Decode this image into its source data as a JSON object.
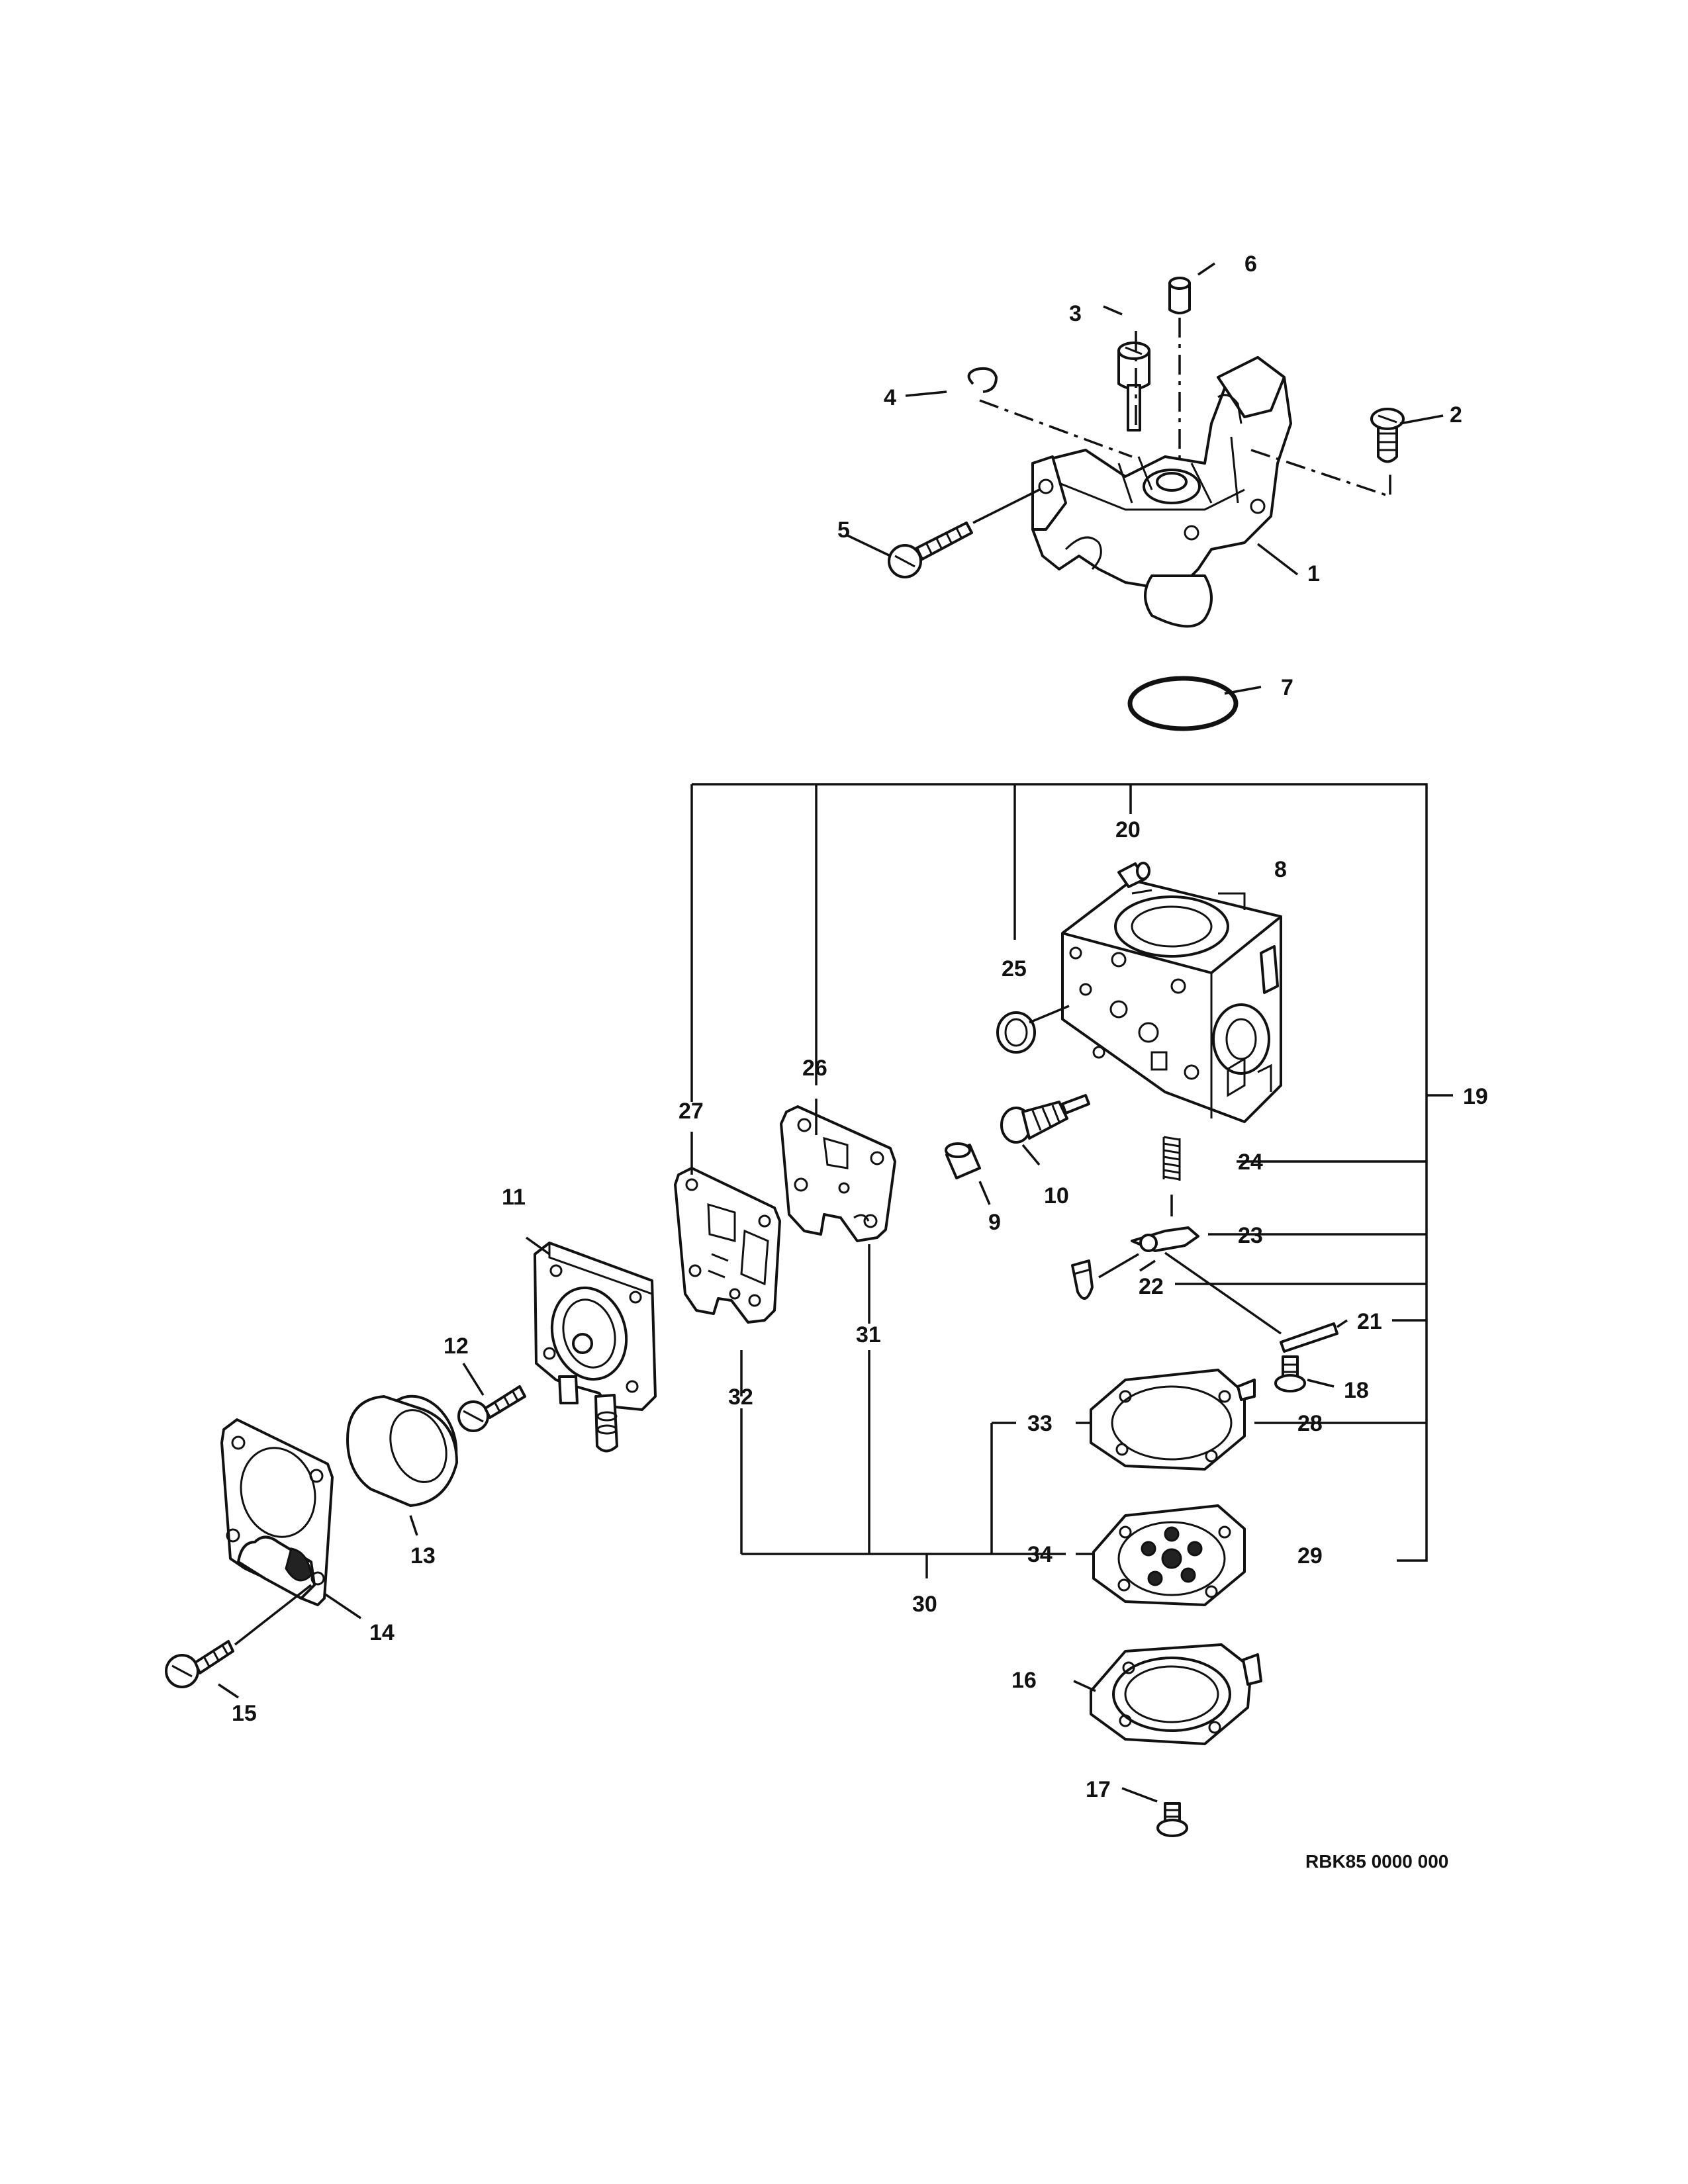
{
  "drawing_code": "RBK85 0000 000",
  "callouts": {
    "c1": "1",
    "c2": "2",
    "c3": "3",
    "c4": "4",
    "c5": "5",
    "c6": "6",
    "c7": "7",
    "c8": "8",
    "c9": "9",
    "c10": "10",
    "c11": "11",
    "c12": "12",
    "c13": "13",
    "c14": "14",
    "c15": "15",
    "c16": "16",
    "c17": "17",
    "c18": "18",
    "c19": "19",
    "c20": "20",
    "c21": "21",
    "c22": "22",
    "c23": "23",
    "c24": "24",
    "c25": "25",
    "c26": "26",
    "c27": "27",
    "c28": "28",
    "c29": "29",
    "c30": "30",
    "c31": "31",
    "c32": "32",
    "c33": "33",
    "c34": "34"
  }
}
